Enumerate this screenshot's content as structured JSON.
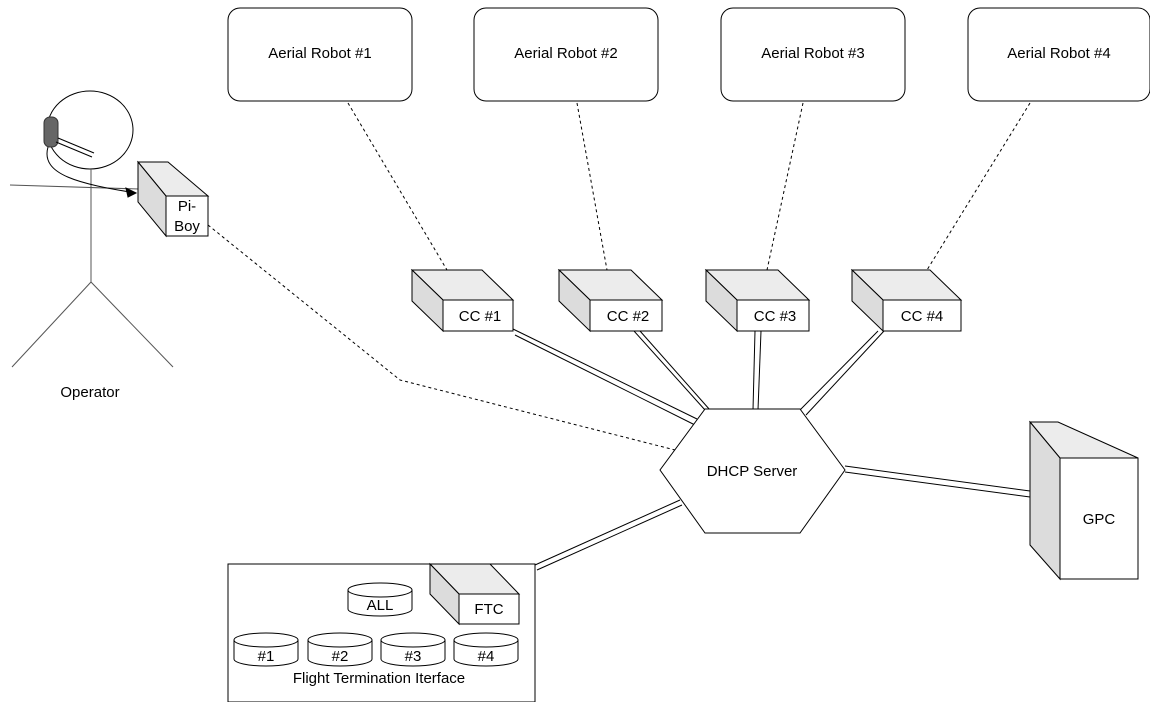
{
  "robots": [
    {
      "label": "Aerial Robot  #1"
    },
    {
      "label": "Aerial Robot  #2"
    },
    {
      "label": "Aerial Robot  #3"
    },
    {
      "label": "Aerial Robot  #4"
    }
  ],
  "controllers": [
    {
      "label": "CC #1"
    },
    {
      "label": "CC #2"
    },
    {
      "label": "CC #3"
    },
    {
      "label": "CC #4"
    }
  ],
  "operator": {
    "label": "Operator"
  },
  "piboy": {
    "line1": "Pi-",
    "line2": "Boy"
  },
  "dhcp": {
    "label": "DHCP Server"
  },
  "gpc": {
    "label": "GPC"
  },
  "fti": {
    "title": "Flight Termination Iterface",
    "ftc_label": "FTC",
    "all_label": "ALL",
    "buttons": [
      "#1",
      "#2",
      "#3",
      "#4"
    ]
  }
}
